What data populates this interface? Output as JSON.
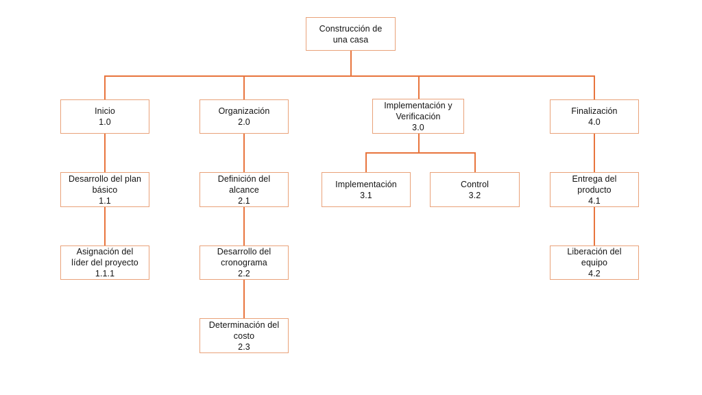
{
  "diagram": {
    "type": "work-breakdown-structure",
    "title": "Construcción de una casa",
    "colors": {
      "box_border": "#e9a178",
      "connector": "#e8743c",
      "text": "#111111",
      "background": "#ffffff"
    },
    "nodes": {
      "root": {
        "title": "Construcción de\nuna casa",
        "code": ""
      },
      "n10": {
        "title": "Inicio",
        "code": "1.0"
      },
      "n11": {
        "title": "Desarrollo del plan\nbásico",
        "code": "1.1"
      },
      "n111": {
        "title": "Asignación del\nlíder del proyecto",
        "code": "1.1.1"
      },
      "n20": {
        "title": "Organización",
        "code": "2.0"
      },
      "n21": {
        "title": "Definición del\nalcance",
        "code": "2.1"
      },
      "n22": {
        "title": "Desarrollo del\ncronograma",
        "code": "2.2"
      },
      "n23": {
        "title": "Determinación del\ncosto",
        "code": "2.3"
      },
      "n30": {
        "title": "Implementación y\nVerificación",
        "code": "3.0"
      },
      "n31": {
        "title": "Implementación",
        "code": "3.1"
      },
      "n32": {
        "title": "Control",
        "code": "3.2"
      },
      "n40": {
        "title": "Finalización",
        "code": "4.0"
      },
      "n41": {
        "title": "Entrega del\nproducto",
        "code": "4.1"
      },
      "n42": {
        "title": "Liberación del\nequipo",
        "code": "4.2"
      }
    }
  }
}
